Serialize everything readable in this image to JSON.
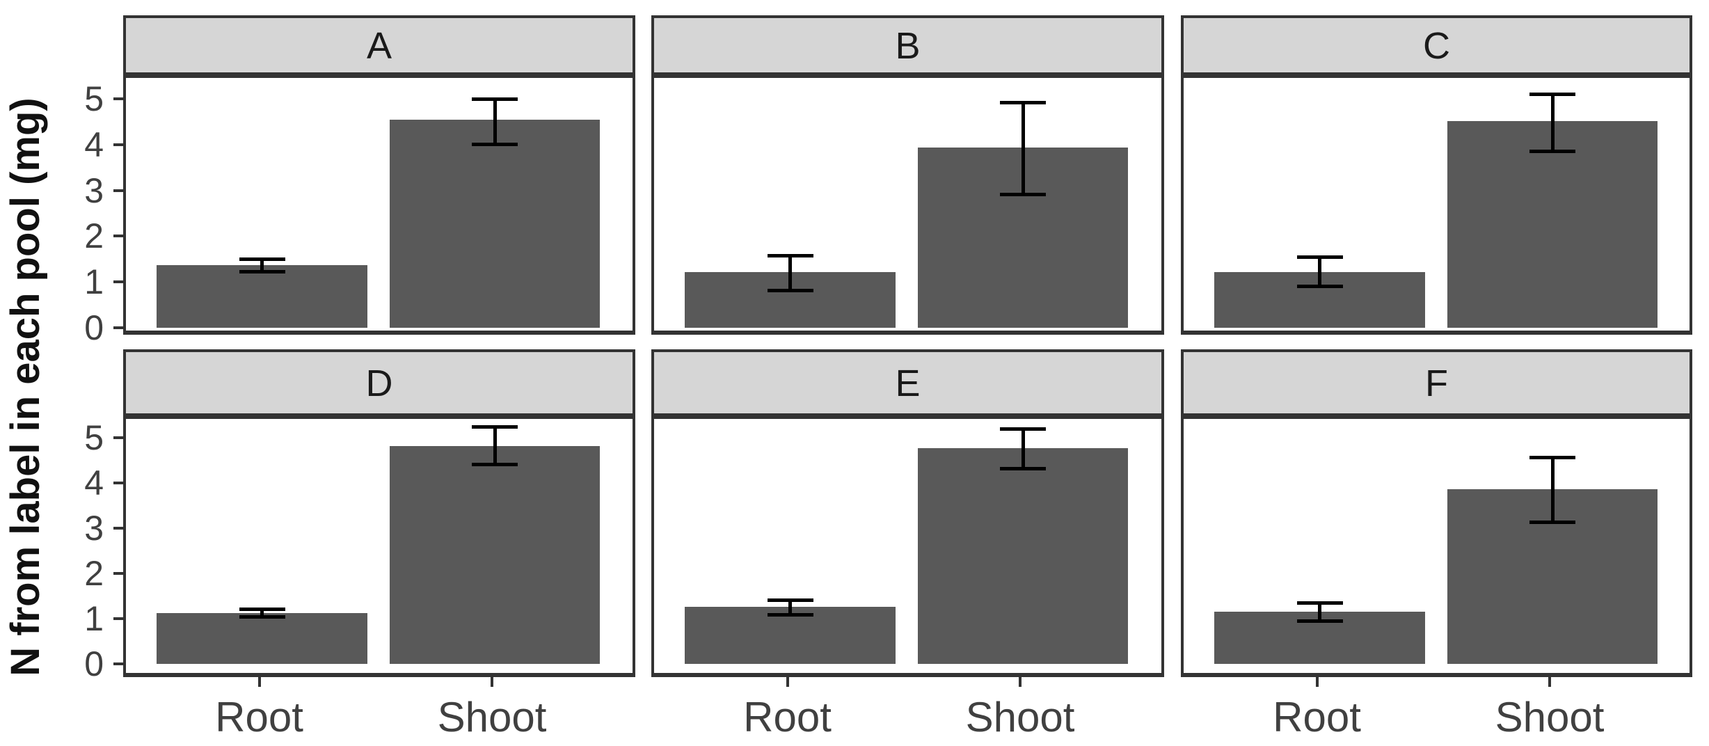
{
  "figure": {
    "background": "#ffffff",
    "y_axis_title": "N from label in each pool (mg)"
  },
  "colors": {
    "bar_fill": "#595959",
    "panel_border": "#333333",
    "strip_background": "#d6d6d6",
    "strip_text": "#1a1a1a",
    "tick_text": "#404040",
    "axis_title_text": "#111111",
    "error_bar": "#000000"
  },
  "chart_data": {
    "type": "bar",
    "title": "",
    "xlabel": "",
    "ylabel": "N from label in each pool (mg)",
    "categories": [
      "Root",
      "Shoot"
    ],
    "y_ticks": [
      "5",
      "4",
      "3",
      "2",
      "1",
      "0"
    ],
    "ylim": [
      0,
      5.6
    ],
    "grid": false,
    "legend": "none",
    "facet_layout": {
      "rows": 2,
      "cols": 3
    },
    "panels": [
      {
        "label": "A",
        "series": [
          {
            "category": "Root",
            "value": 1.37,
            "err_low": 1.23,
            "err_high": 1.49
          },
          {
            "category": "Shoot",
            "value": 4.54,
            "err_low": 4.01,
            "err_high": 5.0
          }
        ]
      },
      {
        "label": "B",
        "series": [
          {
            "category": "Root",
            "value": 1.22,
            "err_low": 0.82,
            "err_high": 1.58
          },
          {
            "category": "Shoot",
            "value": 3.93,
            "err_low": 2.91,
            "err_high": 4.91
          }
        ]
      },
      {
        "label": "C",
        "series": [
          {
            "category": "Root",
            "value": 1.22,
            "err_low": 0.91,
            "err_high": 1.54
          },
          {
            "category": "Shoot",
            "value": 4.51,
            "err_low": 3.86,
            "err_high": 5.1
          }
        ]
      },
      {
        "label": "D",
        "series": [
          {
            "category": "Root",
            "value": 1.12,
            "err_low": 1.03,
            "err_high": 1.2
          },
          {
            "category": "Shoot",
            "value": 4.81,
            "err_low": 4.4,
            "err_high": 5.23
          }
        ]
      },
      {
        "label": "E",
        "series": [
          {
            "category": "Root",
            "value": 1.26,
            "err_low": 1.09,
            "err_high": 1.4
          },
          {
            "category": "Shoot",
            "value": 4.76,
            "err_low": 4.31,
            "err_high": 5.18
          }
        ]
      },
      {
        "label": "F",
        "series": [
          {
            "category": "Root",
            "value": 1.16,
            "err_low": 0.94,
            "err_high": 1.35
          },
          {
            "category": "Shoot",
            "value": 3.86,
            "err_low": 3.12,
            "err_high": 4.56
          }
        ]
      }
    ]
  }
}
